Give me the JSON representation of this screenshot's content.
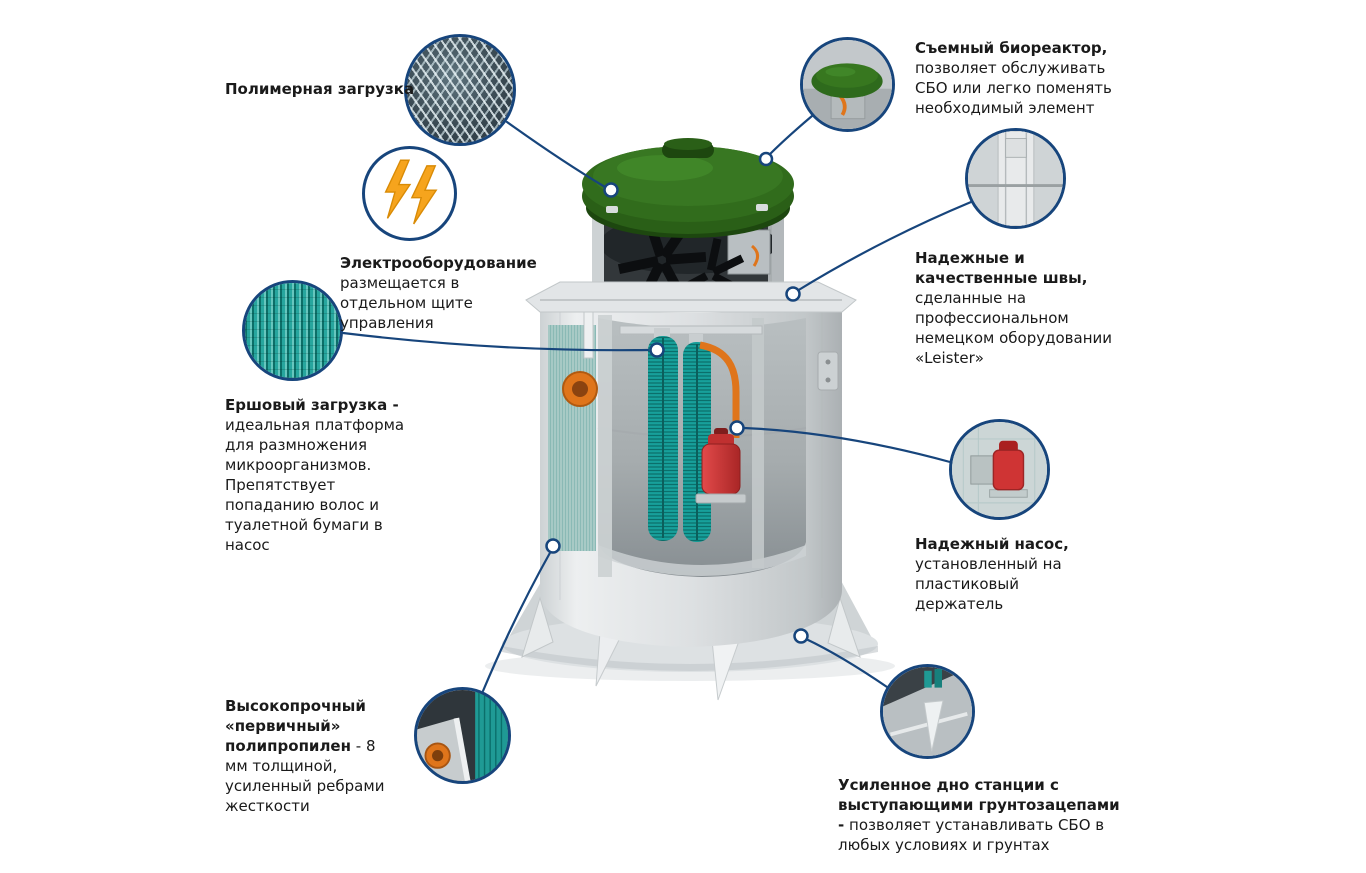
{
  "title": "Схема станции биологической очистки (СБО)",
  "colors": {
    "callout_ring": "#17457c",
    "connector_line": "#17457c",
    "lightning_orange": "#f6a41d",
    "lid_green": "#2f6b1d",
    "brush_teal": "#1fa39e",
    "pipe_orange": "#df751b",
    "pump_red": "#cf3434",
    "text": "#1a1a1a",
    "background": "#ffffff"
  },
  "callouts": [
    {
      "id": "polymer-media",
      "thumb": "polymer-mesh-photo",
      "bold": "Полимерная загрузка",
      "text": ""
    },
    {
      "id": "electrical",
      "thumb": "lightning-icon",
      "bold": "Электрооборудование",
      "text": "размещается в отдельном щите управления"
    },
    {
      "id": "brush-media",
      "thumb": "brush-media-photo",
      "bold": "Ершовый загрузка -",
      "text": "идеальная платформа для размножения микроорганизмов. Препятствует попаданию волос и туалетной бумаги в насос"
    },
    {
      "id": "bioreactor",
      "thumb": "bioreactor-lid-photo",
      "bold": "Съемный биореактор,",
      "text": "позволяет обслуживать СБО или легко поменять необходимый элемент"
    },
    {
      "id": "seams",
      "thumb": "welded-seams-photo",
      "bold": "Надежные и качественные швы,",
      "text": "сделанные на профессиональном немецком оборудовании «Leister»"
    },
    {
      "id": "pump",
      "thumb": "pump-photo",
      "bold": "Надежный насос,",
      "text": "установленный на пластиковый держатель"
    },
    {
      "id": "bottom",
      "thumb": "reinforced-bottom-photo",
      "bold": "Усиленное дно станции с выступающими грунтозацепами -",
      "text": "позволяет устанавливать СБО в любых условиях и грунтах"
    },
    {
      "id": "polypropylene",
      "thumb": "wall-section-photo",
      "bold": "Высокопрочный «первичный» полипропилен",
      "text": "- 8 мм толщиной, усиленный ребрами жесткости"
    }
  ]
}
